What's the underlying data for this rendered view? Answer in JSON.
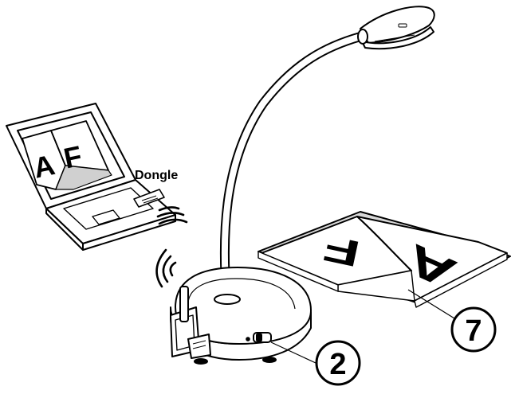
{
  "laptop": {
    "screen_letter_left": "A",
    "screen_letter_right": "F",
    "dongle_label": "Dongle"
  },
  "book": {
    "letter_a": "A",
    "letter_f": "F"
  },
  "callouts": {
    "camera_callout_number": "2",
    "book_callout_number": "7"
  },
  "colors": {
    "line": "#000000",
    "background": "#ffffff",
    "shade": "#c8c8c8"
  }
}
